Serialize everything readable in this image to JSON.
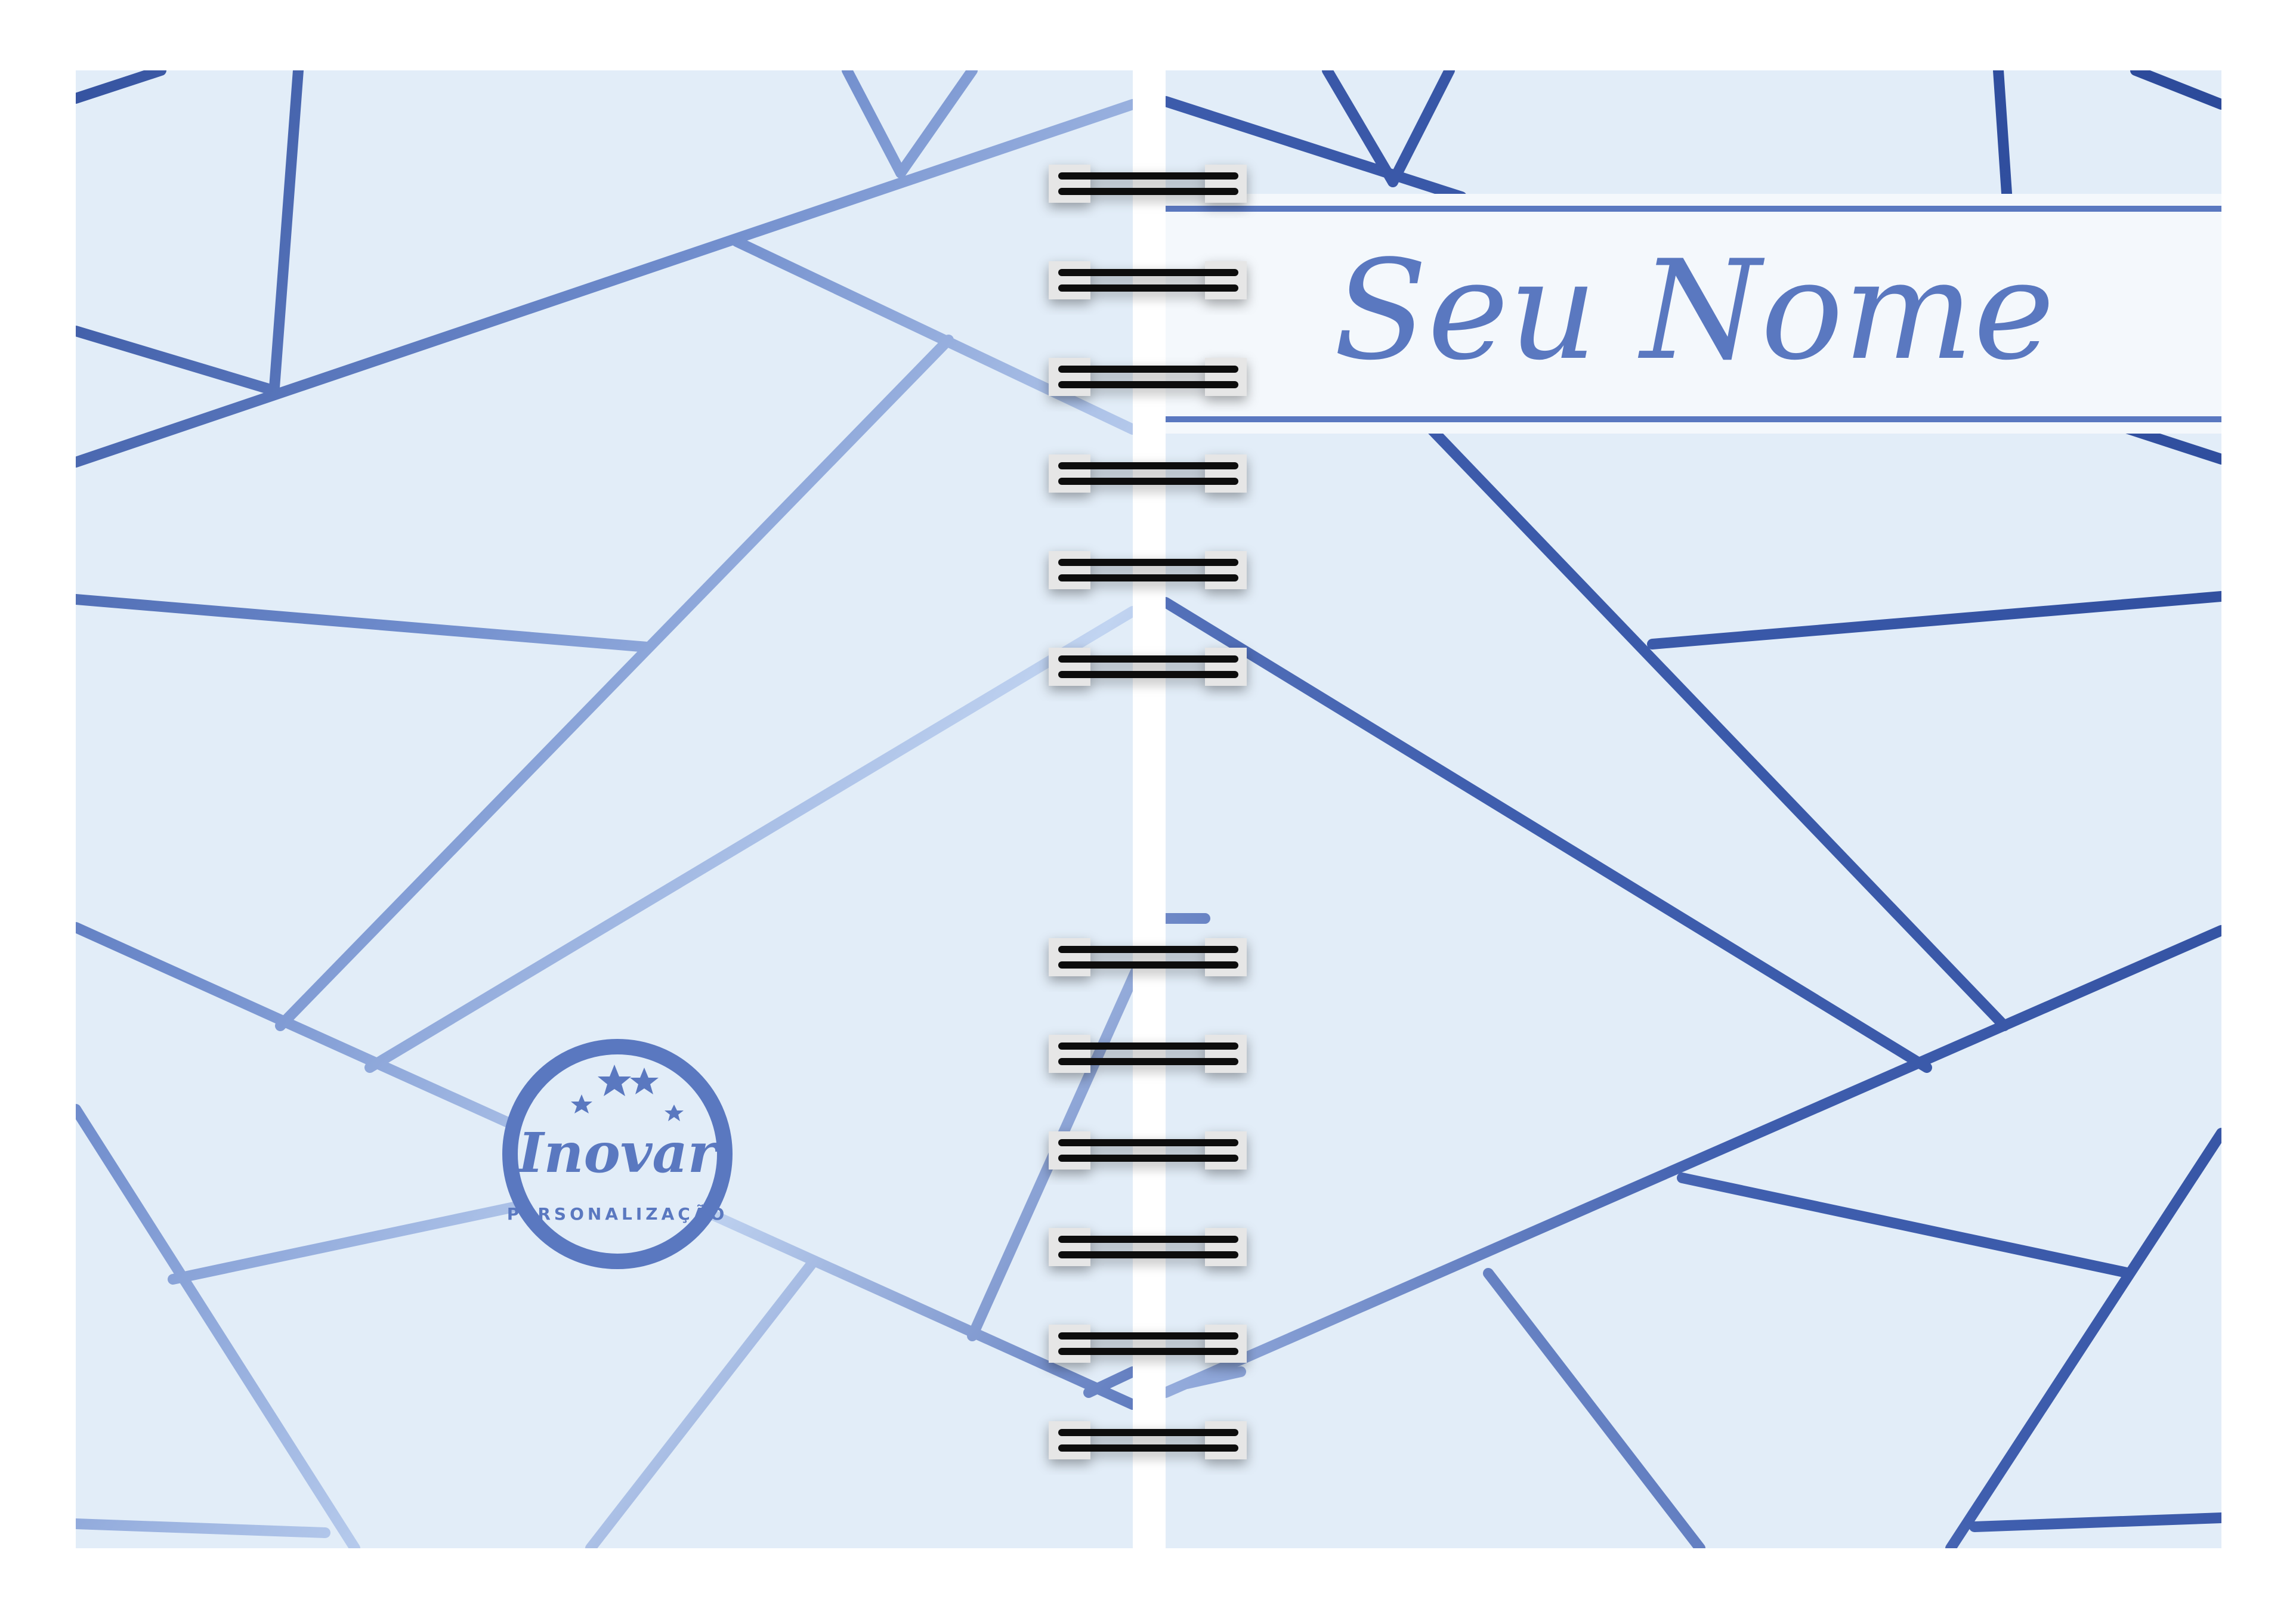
{
  "cover": {
    "name_placeholder": "Seu Nome"
  },
  "logo": {
    "brand": "Inovar",
    "tagline": "PERSONALIZAÇÃO"
  },
  "colors": {
    "background": "#e2edf8",
    "line_dark": "#2c4a9a",
    "line_light": "#b8cdee",
    "accent": "#5a78c0",
    "spine": "#ffffff",
    "binding_wire": "#111111",
    "binding_tab": "#e6e6e6"
  },
  "binding": {
    "upper_ring_count": 6,
    "lower_ring_count": 6
  }
}
